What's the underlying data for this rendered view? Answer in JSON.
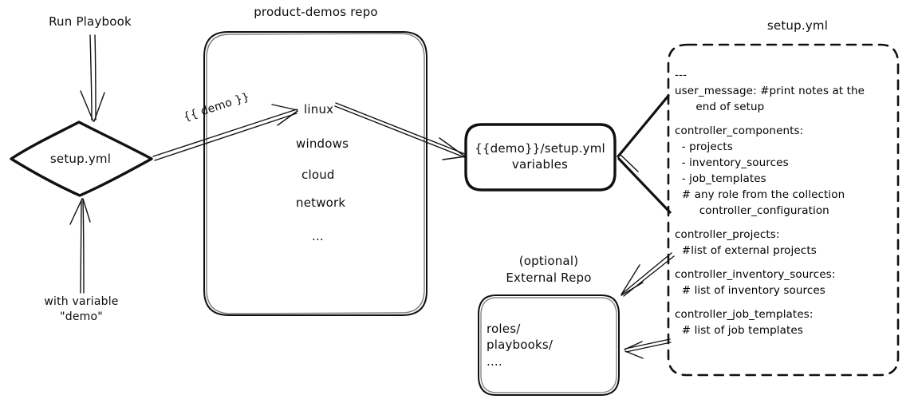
{
  "diagram": {
    "title": "product-demos setup.yml flow",
    "stroke_color": "#111111",
    "background": "#ffffff"
  },
  "run_playbook": {
    "label": "Run Playbook",
    "arrow_name": "run-playbook-arrow"
  },
  "with_variable": {
    "line1": "with variable",
    "line2": "\"demo\"",
    "arrow_name": "with-variable-arrow"
  },
  "entry_node": {
    "label": "setup.yml",
    "shape": "diamond"
  },
  "repo": {
    "title": "product-demos repo",
    "items": [
      "linux",
      "windows",
      "cloud",
      "network",
      "..."
    ]
  },
  "demo_edge": {
    "label": "{{ demo }}"
  },
  "variables_node": {
    "line1": "{{demo}}/setup.yml",
    "line2": "variables"
  },
  "external_repo": {
    "title_line1": "(optional)",
    "title_line2": "External Repo",
    "items": [
      "roles/",
      "playbooks/",
      "...."
    ]
  },
  "setup_yml_file": {
    "title": "setup.yml",
    "lines": [
      "---",
      "user_message: #print notes at the",
      "      end of setup",
      "",
      "controller_components:",
      "  - projects",
      "  - inventory_sources",
      "  - job_templates",
      "  # any role from the collection",
      "       controller_configuration",
      "",
      "controller_projects:",
      "  #list of external projects",
      "",
      "controller_inventory_sources:",
      "  # list of inventory sources",
      "",
      "controller_job_templates:",
      "  # list of job templates"
    ]
  }
}
